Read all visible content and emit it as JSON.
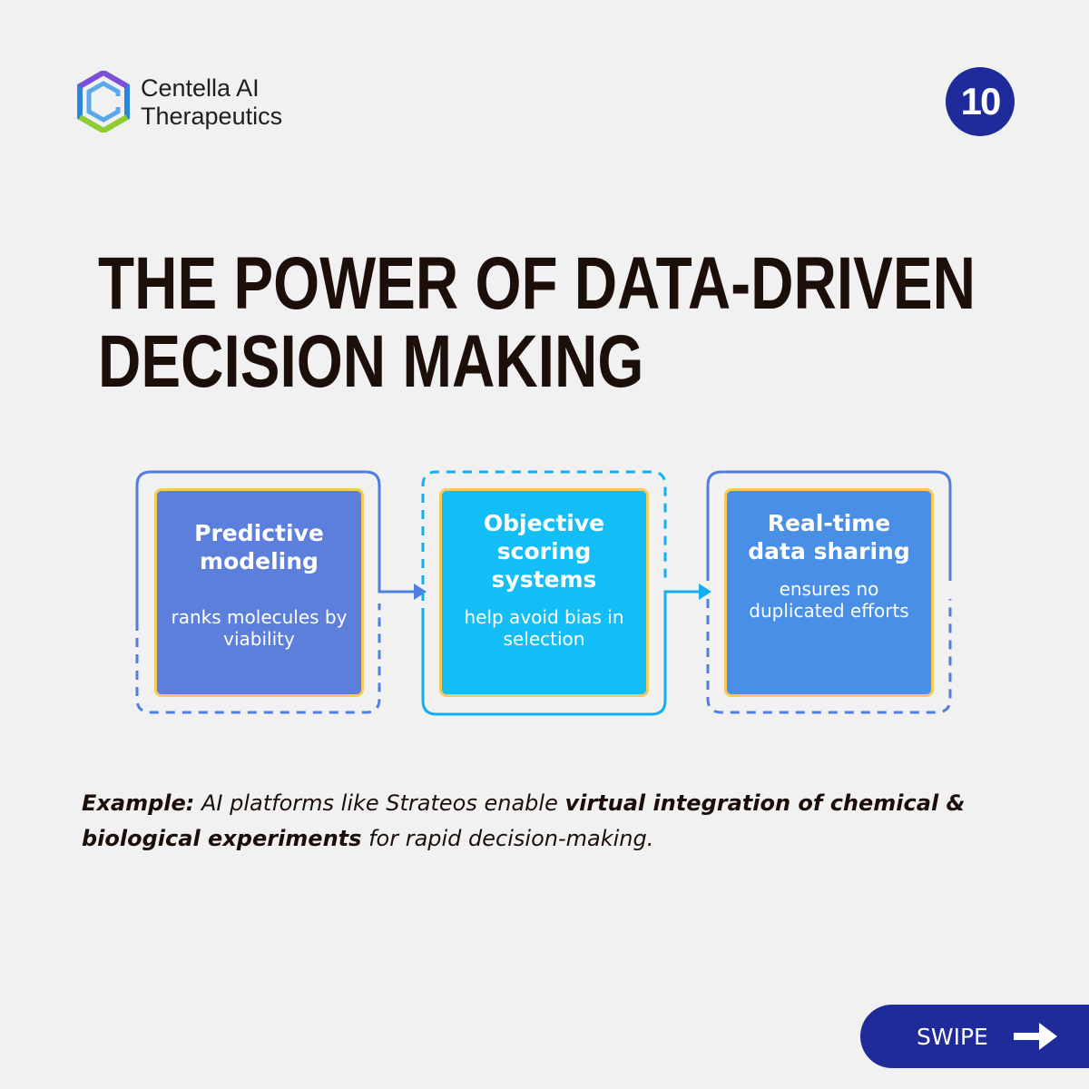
{
  "brand": {
    "line1": "Centella AI",
    "line2": "Therapeutics",
    "logo_icon": "hexagon-c-logo-icon"
  },
  "page_number": "10",
  "title": {
    "line1": "THE POWER OF DATA-DRIVEN",
    "line2": "DECISION MAKING"
  },
  "steps": [
    {
      "heading": "Predictive modeling",
      "description": "ranks molecules by viability",
      "color": "#5b7fdb"
    },
    {
      "heading": "Objective scoring systems",
      "description": "help avoid bias in selection",
      "color": "#13bdf5"
    },
    {
      "heading": "Real-time data sharing",
      "description": "ensures no duplicated efforts",
      "color": "#4a8fe6"
    }
  ],
  "example": {
    "label": "Example:",
    "text_before": " AI platforms like Strateos enable ",
    "emphasis": "virtual integration of chemical & biological experiments",
    "text_after": " for rapid decision-making."
  },
  "swipe": {
    "label": "SWIPE",
    "icon": "arrow-right-icon"
  },
  "colors": {
    "background": "#f1f1f1",
    "accent_navy": "#1f2a9b",
    "title_text": "#1c0f0a",
    "box_border": "#f6c95a"
  }
}
